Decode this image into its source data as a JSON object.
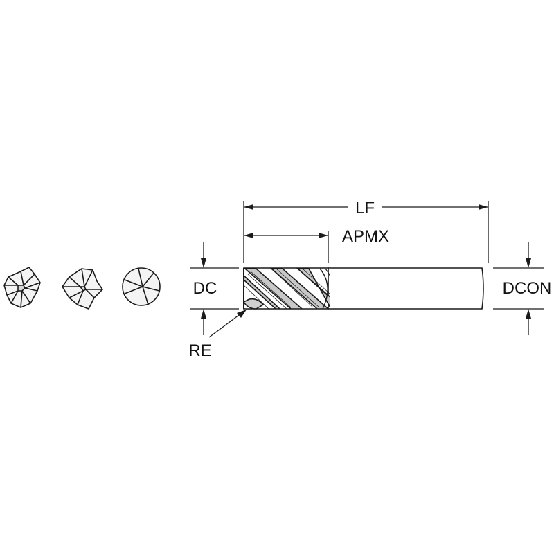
{
  "labels": {
    "lf": "LF",
    "apmx": "APMX",
    "dc": "DC",
    "dcon": "DCON",
    "re": "RE"
  },
  "colors": {
    "line": "#1a1a1a",
    "background": "#ffffff"
  },
  "icons": [
    "end-view-flute-icon",
    "end-mill-side-view-icon",
    "dimension-arrow-icon"
  ]
}
